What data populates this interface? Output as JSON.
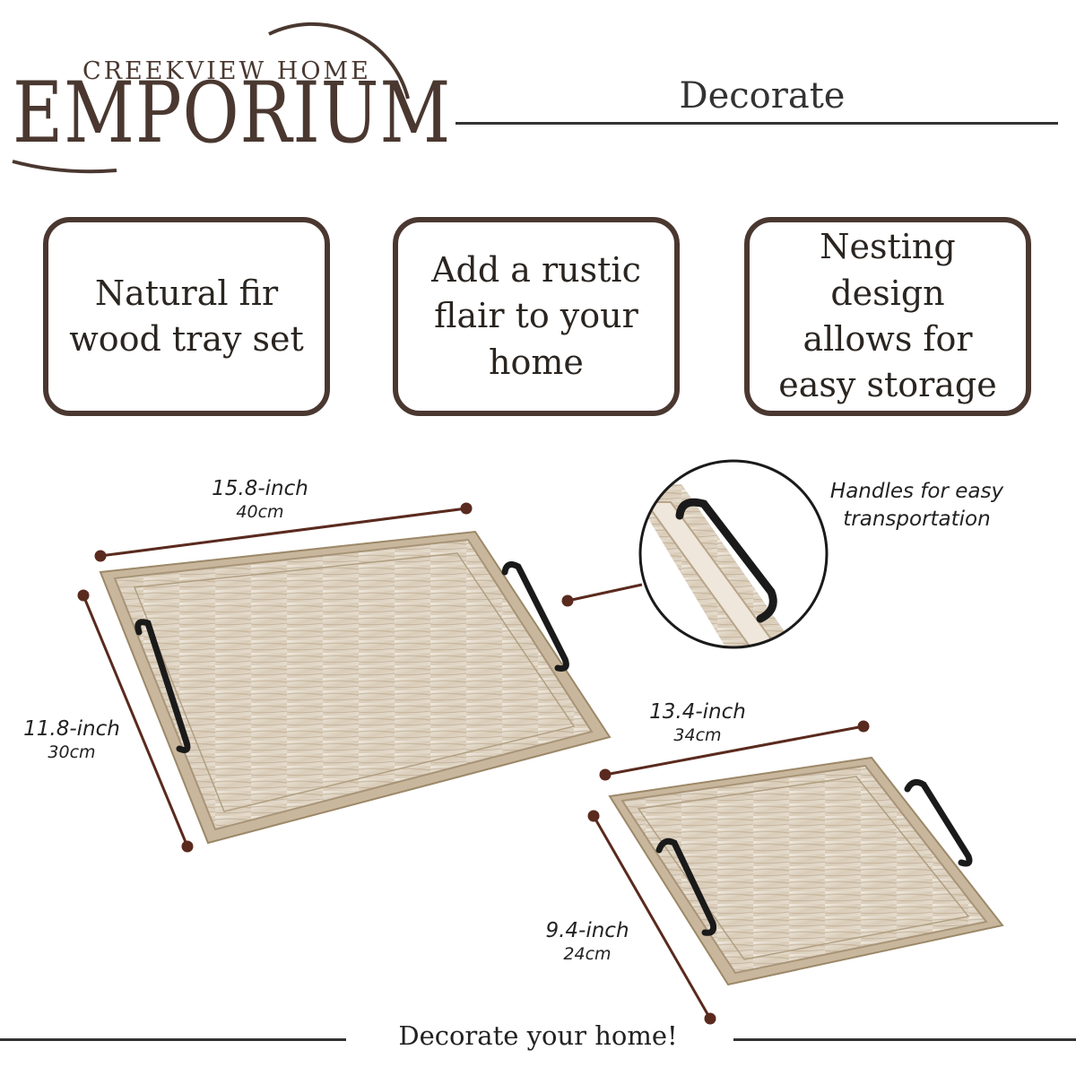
{
  "brand": {
    "top_line": "CREEKVIEW HOME",
    "main": "EMPORIUM"
  },
  "header": {
    "title": "Decorate"
  },
  "features": [
    {
      "text": "Natural fir\nwood tray set"
    },
    {
      "text": "Add a rustic\nflair to your\nhome"
    },
    {
      "text": "Nesting design\nallows for\neasy storage"
    }
  ],
  "large_tray": {
    "width_in": "15.8-inch",
    "width_cm": "40cm",
    "depth_in": "11.8-inch",
    "depth_cm": "30cm"
  },
  "small_tray": {
    "width_in": "13.4-inch",
    "width_cm": "34cm",
    "depth_in": "9.4-inch",
    "depth_cm": "24cm"
  },
  "callout": {
    "text": "Handles for easy\ntransportation"
  },
  "footer": {
    "text": "Decorate your home!"
  },
  "colors": {
    "brand_brown": "#4a3830",
    "dimension_line": "#5a2a1e",
    "wood_light": "#e9e2d6",
    "wood_dark": "#b8a58a",
    "handle": "#1a1a1a"
  }
}
